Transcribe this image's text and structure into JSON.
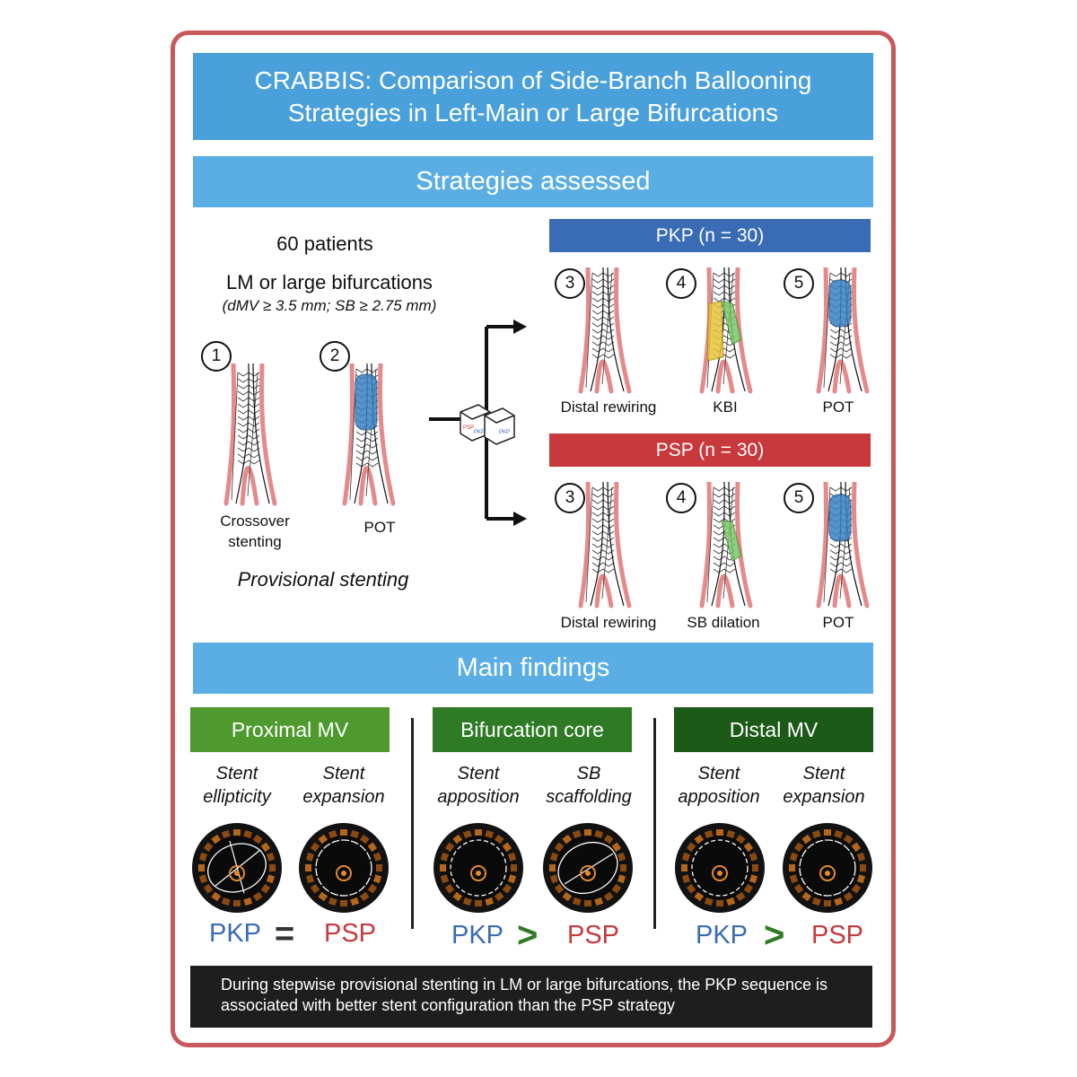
{
  "title": {
    "line1": "CRABBIS: Comparison of Side-Branch Ballooning",
    "line2": "Strategies in Left-Main or Large Bifurcations"
  },
  "sections": {
    "strategies": "Strategies assessed",
    "findings": "Main findings"
  },
  "population": {
    "patients": "60 patients",
    "lesions": "LM or large bifurcations",
    "criteria": "(dMV ≥ 3.5 mm; SB ≥ 2.75 mm)",
    "provisional": "Provisional stenting"
  },
  "initial_steps": [
    {
      "number": "1",
      "label_line1": "Crossover",
      "label_line2": "stenting"
    },
    {
      "number": "2",
      "label_line1": "POT",
      "label_line2": ""
    }
  ],
  "dice_labels": [
    "PKP",
    "PSP"
  ],
  "arms": [
    {
      "title": "PKP (n = 30)",
      "color": "#3a6bb5",
      "steps": [
        {
          "number": "3",
          "label": "Distal rewiring"
        },
        {
          "number": "4",
          "label": "KBI"
        },
        {
          "number": "5",
          "label": "POT"
        }
      ]
    },
    {
      "title": "PSP (n = 30)",
      "color": "#c7393c",
      "steps": [
        {
          "number": "3",
          "label": "Distal rewiring"
        },
        {
          "number": "4",
          "label": "SB dilation"
        },
        {
          "number": "5",
          "label": "POT"
        }
      ]
    }
  ],
  "findings": [
    {
      "region": "Proximal MV",
      "color": "#4e9a2f",
      "metrics": [
        {
          "line1": "Stent",
          "line2": "ellipticity"
        },
        {
          "line1": "Stent",
          "line2": "expansion"
        }
      ],
      "left": "PKP",
      "operator": "=",
      "right": "PSP"
    },
    {
      "region": "Bifurcation core",
      "color": "#2f7a24",
      "metrics": [
        {
          "line1": "Stent",
          "line2": "apposition"
        },
        {
          "line1": "SB",
          "line2": "scaffolding"
        }
      ],
      "left": "PKP",
      "operator": ">",
      "right": "PSP"
    },
    {
      "region": "Distal MV",
      "color": "#1c5a17",
      "metrics": [
        {
          "line1": "Stent",
          "line2": "apposition"
        },
        {
          "line1": "Stent",
          "line2": "expansion"
        }
      ],
      "left": "PKP",
      "operator": ">",
      "right": "PSP"
    }
  ],
  "colors": {
    "pkp_text": "#3a6bb5",
    "psp_text": "#c7393c",
    "equals": "#333333",
    "greater": "#2f7a24",
    "vessel_wall": "#e58a8a",
    "balloon_blue": "#3b82c4",
    "balloon_yellow": "#e8c43a",
    "balloon_green": "#7cc96a"
  },
  "conclusion": {
    "line1": "During stepwise provisional stenting in LM or large bifurcations, the PKP sequence is",
    "line2": "associated with better stent configuration than the PSP strategy"
  }
}
